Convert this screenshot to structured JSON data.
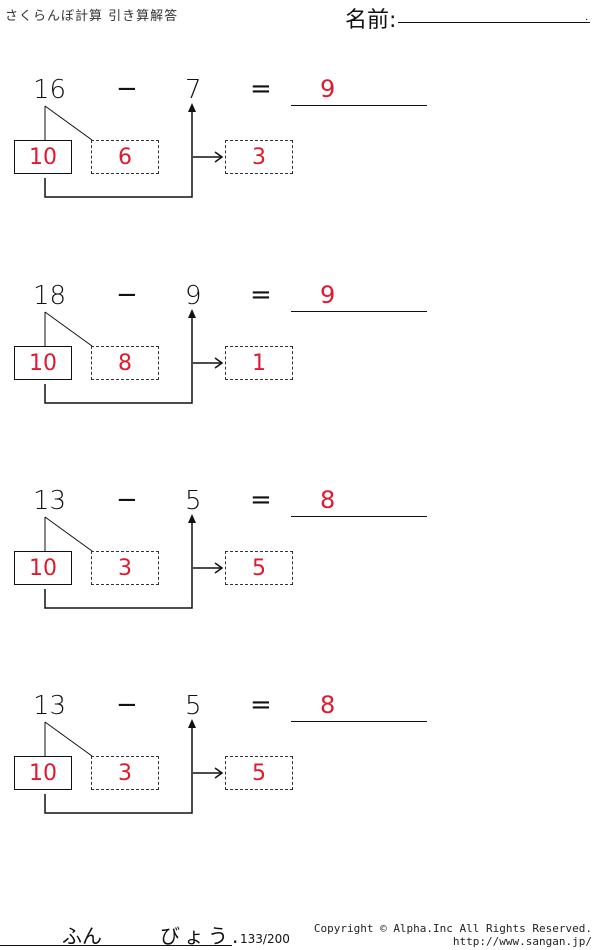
{
  "header": {
    "title": "さくらんぼ計算 引き算解答",
    "name_label": "名前:"
  },
  "problems": [
    {
      "minuend": "16",
      "subtrahend": "7",
      "op": "−",
      "eq": "=",
      "answer": "9",
      "ten": "10",
      "remainder": "6",
      "result": "3"
    },
    {
      "minuend": "18",
      "subtrahend": "9",
      "op": "−",
      "eq": "=",
      "answer": "9",
      "ten": "10",
      "remainder": "8",
      "result": "1"
    },
    {
      "minuend": "13",
      "subtrahend": "5",
      "op": "−",
      "eq": "=",
      "answer": "8",
      "ten": "10",
      "remainder": "3",
      "result": "5"
    },
    {
      "minuend": "13",
      "subtrahend": "5",
      "op": "−",
      "eq": "=",
      "answer": "8",
      "ten": "10",
      "remainder": "3",
      "result": "5"
    }
  ],
  "footer": {
    "minutes_label": "ふん",
    "seconds_label": "びょう.",
    "page": "133/200",
    "copyright": "Copyright © Alpha.Inc All Rights Reserved.",
    "url": "http://www.sangan.jp/"
  },
  "colors": {
    "answer": "#e0192e",
    "ink": "#111111"
  }
}
